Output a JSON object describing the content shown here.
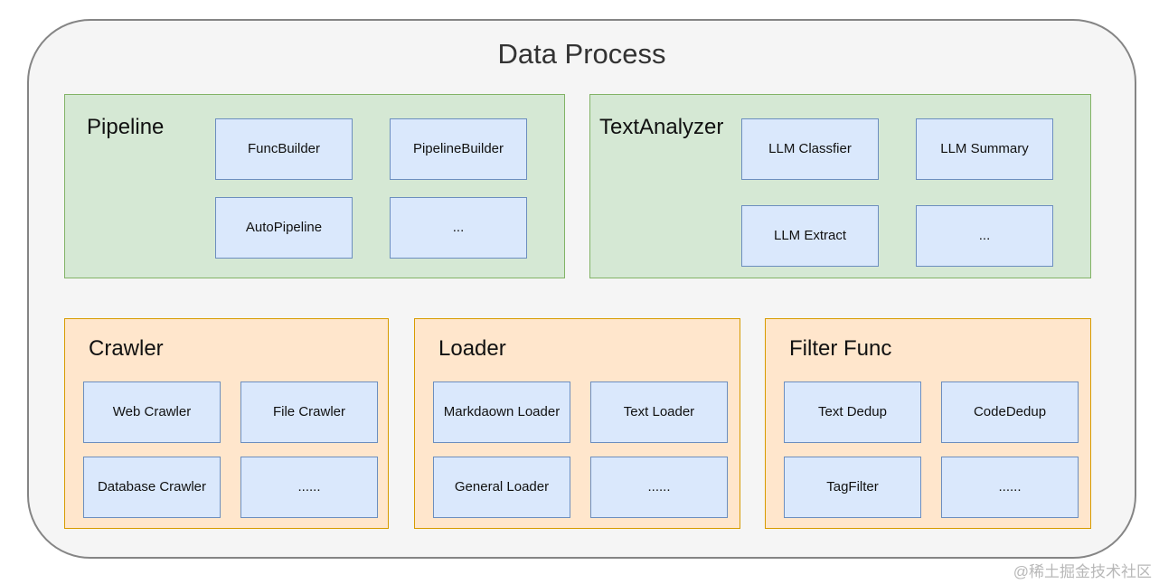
{
  "title": "Data Process",
  "watermark": "@稀土掘金技术社区",
  "colors": {
    "container_fill": "#f5f5f5",
    "container_border": "#858585",
    "green_fill": "#d5e8d4",
    "green_border": "#82b366",
    "orange_fill": "#ffe6cc",
    "orange_border": "#d79b00",
    "node_fill": "#dae8fc",
    "node_border": "#6c8ebf",
    "text": "#111111",
    "watermark_color": "#b8b8b8"
  },
  "sections": [
    {
      "label": "Pipeline",
      "theme": "green",
      "items": [
        "FuncBuilder",
        "PipelineBuilder",
        "AutoPipeline",
        "..."
      ]
    },
    {
      "label": "TextAnalyzer",
      "theme": "green",
      "items": [
        "LLM Classfier",
        "LLM Summary",
        "LLM Extract",
        "..."
      ]
    },
    {
      "label": "Crawler",
      "theme": "orange",
      "items": [
        "Web Crawler",
        "File Crawler",
        "Database Crawler",
        "......"
      ]
    },
    {
      "label": "Loader",
      "theme": "orange",
      "items": [
        "Markdaown Loader",
        "Text Loader",
        "General Loader",
        "......"
      ]
    },
    {
      "label": "Filter Func",
      "theme": "orange",
      "items": [
        "Text Dedup",
        "CodeDedup",
        "TagFilter",
        "......"
      ]
    }
  ]
}
